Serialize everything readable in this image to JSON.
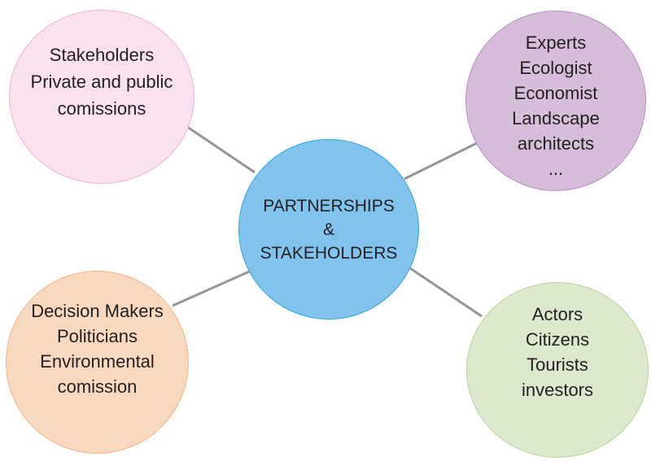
{
  "center": {
    "lines": [
      "PARTNERSHIPS",
      "&",
      "STAKEHOLDERS"
    ],
    "fill": "#82c3ee",
    "stroke": "#29aae1"
  },
  "nodes": {
    "top_left": {
      "lines": [
        "Stakeholders",
        "Private and public",
        "comissions"
      ],
      "fill": "#f9e1ef",
      "stroke": "#f4b2d2"
    },
    "top_right": {
      "lines": [
        "Experts",
        "Ecologist",
        "Economist",
        "Landscape",
        "architects",
        "..."
      ],
      "fill": "#d6bdd9",
      "stroke": "#b98fc0"
    },
    "bottom_left": {
      "lines": [
        "Decision Makers",
        "Politicians",
        "Environmental",
        "comission"
      ],
      "fill": "#f8d9bf",
      "stroke": "#f2b486"
    },
    "bottom_right": {
      "lines": [
        "Actors",
        "Citizens",
        "Tourists",
        "investors"
      ],
      "fill": "#dce9cd",
      "stroke": "#b7d39b"
    }
  },
  "connector_color": "#939598"
}
